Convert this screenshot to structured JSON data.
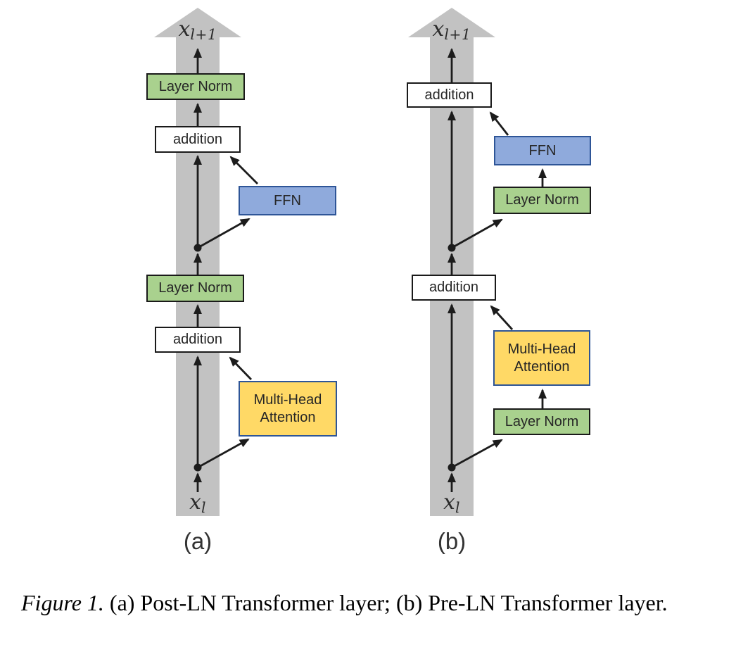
{
  "colors": {
    "band_gray": "#c2c2c2",
    "green_fill": "#a9d18e",
    "blue_fill": "#8faadc",
    "yellow_fill": "#ffd966",
    "accent_border": "#2e5597"
  },
  "diagram_a": {
    "sublabel": "(a)",
    "output": {
      "base": "x",
      "sub": "l+1"
    },
    "input": {
      "base": "x",
      "sub": "l"
    },
    "boxes": {
      "layer_norm_top": "Layer Norm",
      "addition_top": "addition",
      "ffn": "FFN",
      "layer_norm_bottom": "Layer Norm",
      "addition_bottom": "addition",
      "mha": "Multi-Head Attention"
    }
  },
  "diagram_b": {
    "sublabel": "(b)",
    "output": {
      "base": "x",
      "sub": "l+1"
    },
    "input": {
      "base": "x",
      "sub": "l"
    },
    "boxes": {
      "addition_top": "addition",
      "ffn": "FFN",
      "layer_norm_top": "Layer Norm",
      "addition_bottom": "addition",
      "mha": "Multi-Head Attention",
      "layer_norm_bottom": "Layer Norm"
    }
  },
  "caption": {
    "figure_label": "Figure 1.",
    "text": " (a) Post-LN Transformer layer; (b) Pre-LN Transformer layer."
  }
}
